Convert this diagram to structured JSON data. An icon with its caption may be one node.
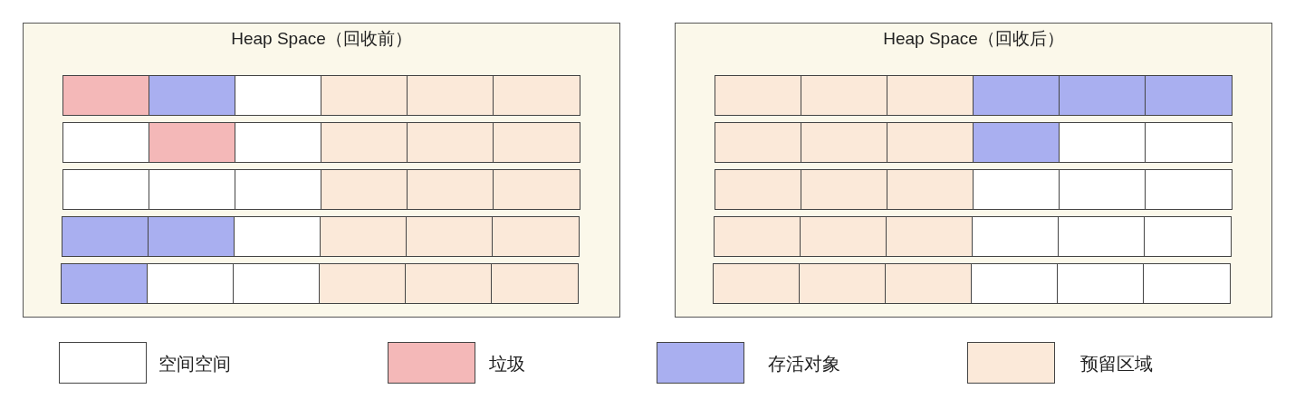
{
  "diagram": {
    "nodes": [
      {
        "text": [
          "Heap Space（回收前）"
        ]
      },
      {
        "text": [],
        "shape": "box",
        "in": 0
      },
      {
        "text": [],
        "shape": "box",
        "in": 0
      },
      {
        "text": [],
        "shape": "box",
        "in": 0
      },
      {
        "text": [],
        "shape": "box",
        "in": 0
      },
      {
        "text": [],
        "shape": "box",
        "in": 0
      },
      {
        "text": [],
        "shape": "box",
        "in": 0
      },
      {
        "text": [],
        "shape": "box",
        "in": 0
      },
      {
        "text": [],
        "shape": "box",
        "in": 0
      },
      {
        "text": [],
        "shape": "box",
        "in": 0
      },
      {
        "text": [],
        "shape": "box",
        "in": 0
      },
      {
        "text": [],
        "shape": "box",
        "in": 0
      },
      {
        "text": [],
        "shape": "box",
        "in": 0
      },
      {
        "text": [],
        "shape": "box",
        "in": 0
      },
      {
        "text": [],
        "shape": "box",
        "in": 0
      },
      {
        "text": [],
        "shape": "box",
        "in": 0
      },
      {
        "text": [],
        "shape": "box",
        "in": 0
      },
      {
        "text": [],
        "shape": "box",
        "in": 0
      },
      {
        "text": [],
        "shape": "box",
        "in": 0
      },
      {
        "text": [],
        "shape": "box",
        "in": 0
      },
      {
        "text": [],
        "shape": "box",
        "in": 0
      },
      {
        "text": [],
        "shape": "box",
        "in": 0
      },
      {
        "text": [],
        "shape": "box",
        "in": 0
      },
      {
        "text": [],
        "shape": "box",
        "in": 0
      },
      {
        "text": [],
        "shape": "box",
        "in": 0
      },
      {
        "text": [],
        "shape": "box",
        "in": 0
      },
      {
        "text": [],
        "shape": "box",
        "in": 0
      },
      {
        "text": [],
        "shape": "box",
        "in": 0
      },
      {
        "text": [],
        "shape": "box",
        "in": 0
      },
      {
        "text": [],
        "shape": "box",
        "in": 0
      },
      {
        "text": [],
        "shape": "box",
        "in": 0
      },
      {
        "text": [
          "Heap Space（回收后）"
        ]
      },
      {
        "text": [],
        "shape": "box",
        "in": 31
      },
      {
        "text": [],
        "shape": "box",
        "in": 31
      },
      {
        "text": [],
        "shape": "box",
        "in": 31
      },
      {
        "text": [],
        "shape": "box",
        "in": 31
      },
      {
        "text": [],
        "shape": "box",
        "in": 31
      },
      {
        "text": [],
        "shape": "box",
        "in": 31
      },
      {
        "text": [],
        "shape": "box",
        "in": 31
      },
      {
        "text": [],
        "shape": "box",
        "in": 31
      },
      {
        "text": [],
        "shape": "box",
        "in": 31
      },
      {
        "text": [],
        "shape": "box",
        "in": 31
      },
      {
        "text": [],
        "shape": "box",
        "in": 31
      },
      {
        "text": [],
        "shape": "box",
        "in": 31
      },
      {
        "text": [],
        "shape": "box",
        "in": 31
      },
      {
        "text": [],
        "shape": "box",
        "in": 31
      },
      {
        "text": [],
        "shape": "box",
        "in": 31
      },
      {
        "text": [],
        "shape": "box",
        "in": 31
      },
      {
        "text": [],
        "shape": "box",
        "in": 31
      },
      {
        "text": [],
        "shape": "box",
        "in": 31
      },
      {
        "text": [],
        "shape": "box",
        "in": 31
      },
      {
        "text": [],
        "shape": "box",
        "in": 31
      },
      {
        "text": [],
        "shape": "box",
        "in": 31
      },
      {
        "text": [],
        "shape": "box",
        "in": 31
      },
      {
        "text": [],
        "shape": "box",
        "in": 31
      },
      {
        "text": [],
        "shape": "box",
        "in": 31
      },
      {
        "text": [],
        "shape": "box",
        "in": 31
      },
      {
        "text": [],
        "shape": "box",
        "in": 31
      },
      {
        "text": [],
        "shape": "box",
        "in": 31
      },
      {
        "text": [],
        "shape": "box",
        "in": 31
      },
      {
        "text": [],
        "shape": "box",
        "in": 31
      },
      {
        "text": [],
        "shape": "box",
        "in": 31
      }
    ],
    "legend": [
      {
        "text": "空间空间",
        "color": "#ffffff"
      },
      {
        "text": "垃圾",
        "color": "#f4b8b8"
      },
      {
        "text": "存活对象",
        "color": "#a9aff0"
      },
      {
        "text": "预留区域",
        "color": "#fbe9d9"
      }
    ]
  }
}
